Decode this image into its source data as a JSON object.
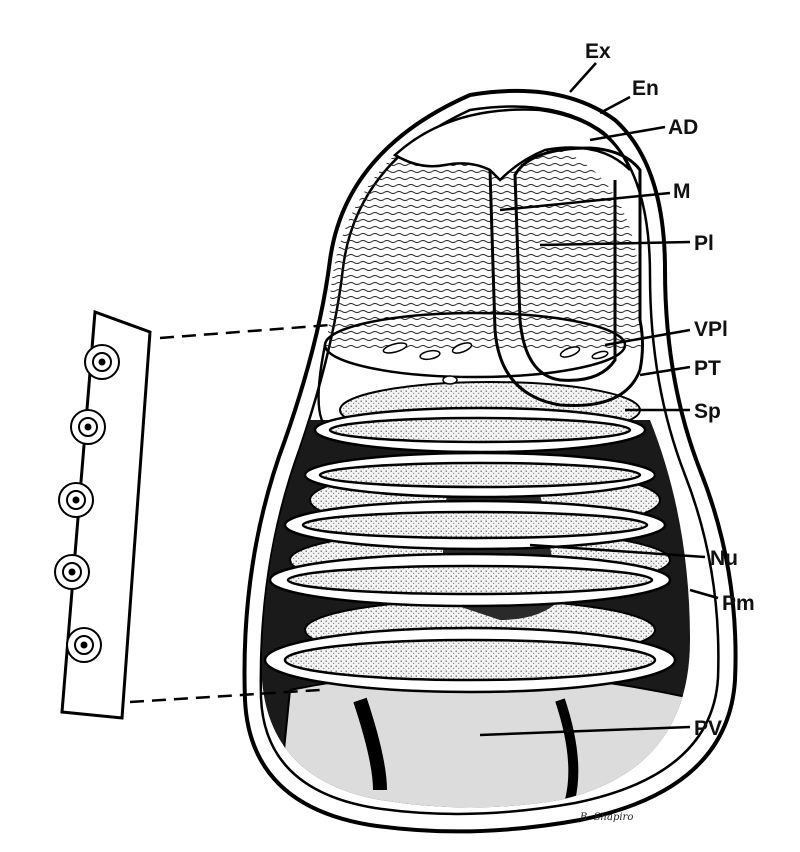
{
  "figure": {
    "labels": {
      "ex": "Ex",
      "en": "En",
      "ad": "AD",
      "m": "M",
      "pl": "Pl",
      "vpl": "VPl",
      "pt": "PT",
      "sp": "Sp",
      "nu": "Nu",
      "pm": "Pm",
      "pv": "PV"
    },
    "signature": "B. Shapiro"
  }
}
